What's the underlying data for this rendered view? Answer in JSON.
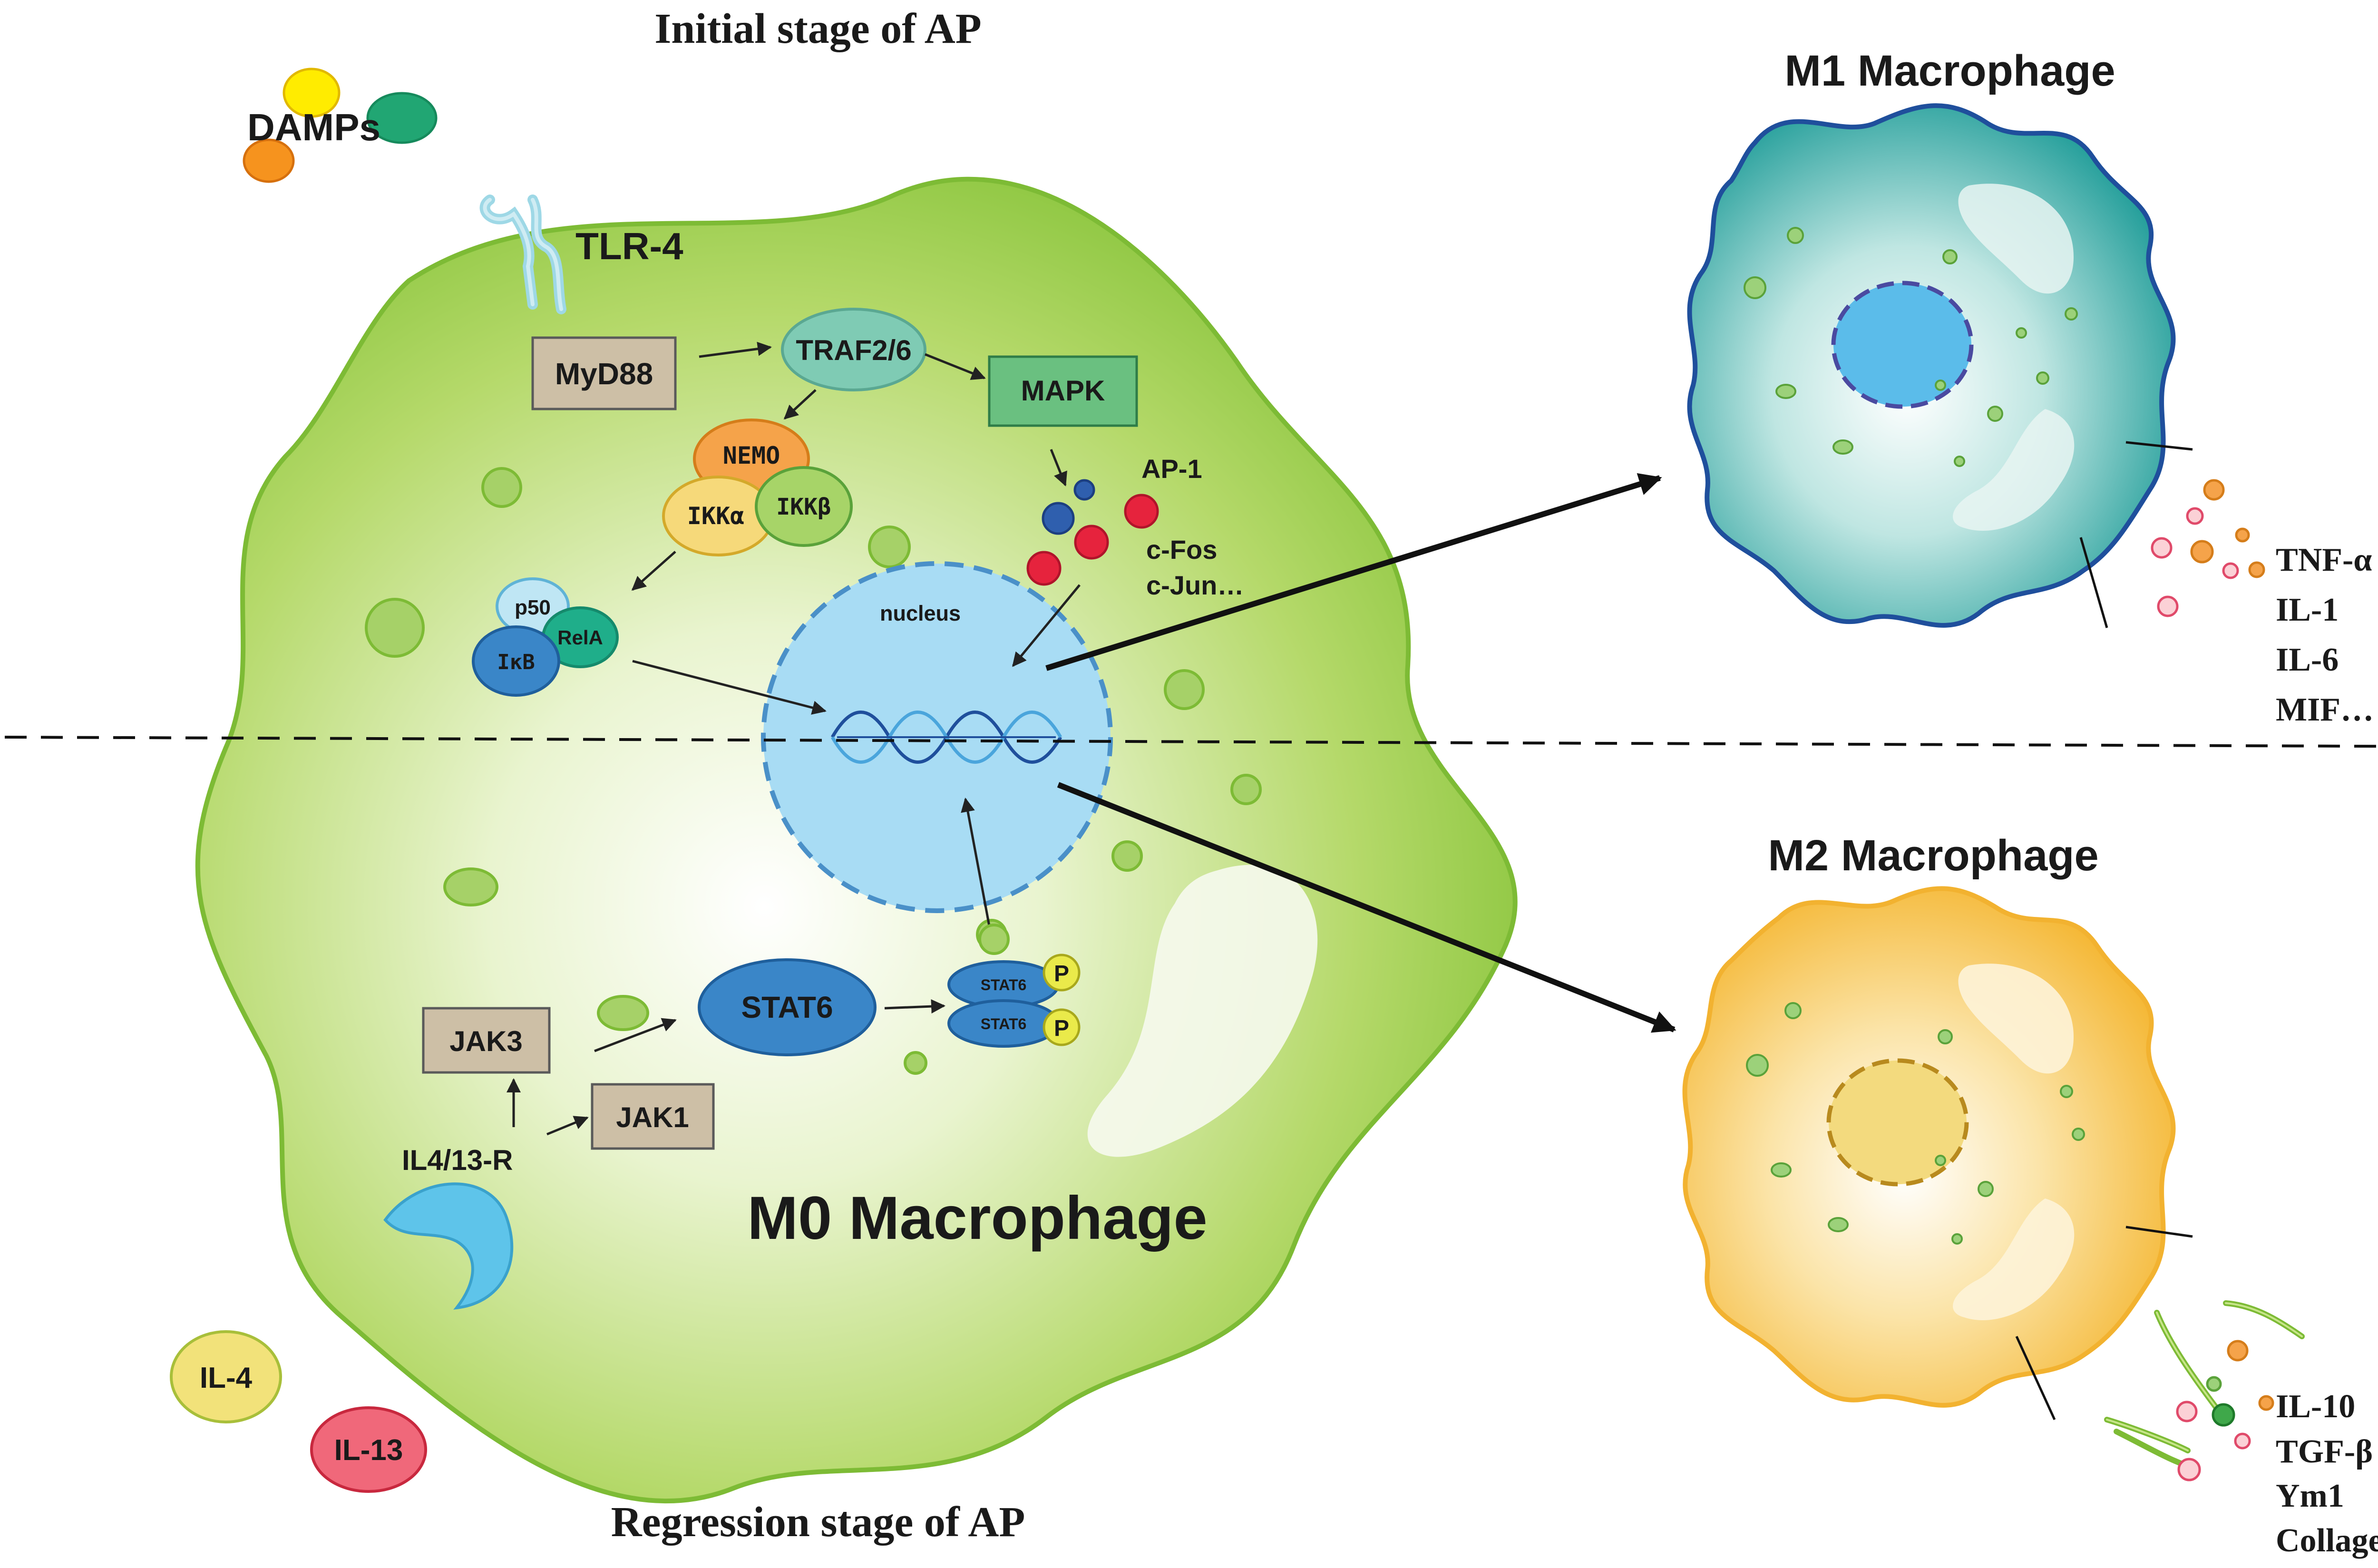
{
  "stages": {
    "initial": "Initial stage of AP",
    "regression": "Regression stage of AP"
  },
  "stimuli": {
    "damps": "DAMPs",
    "tlr4": "TLR-4",
    "il4r": "IL4/13-R",
    "il4": "IL-4",
    "il13": "IL-13"
  },
  "m0": {
    "title": "M0 Macrophage",
    "nucleus": "nucleus",
    "myd88": "MyD88",
    "traf": "TRAF2/6",
    "mapk": "MAPK",
    "nemo": "NEMO",
    "ikka": "IKKα",
    "ikkb": "IKKβ",
    "p50": "p50",
    "rela": "RelA",
    "ikb": "IκB",
    "ap1": "AP-1",
    "cfos": "c-Fos",
    "cjun": "c-Jun…",
    "jak3": "JAK3",
    "jak1": "JAK1",
    "stat6": "STAT6",
    "stat6_small": "STAT6",
    "phospho": "P"
  },
  "m1": {
    "title": "M1 Macrophage",
    "secreted": [
      "TNF-α",
      "IL-1",
      "IL-6",
      "MIF…"
    ]
  },
  "m2": {
    "title": "M2 Macrophage",
    "secreted": [
      "IL-10",
      "TGF-β",
      "Ym1",
      "Collagen"
    ]
  },
  "colors": {
    "m0_cell": "#8cc63f",
    "m1_cell": "#1a9a96",
    "m2_cell": "#f6bc3a",
    "nucleus": "#a8dcf4",
    "stat6": "#3a86c8"
  }
}
